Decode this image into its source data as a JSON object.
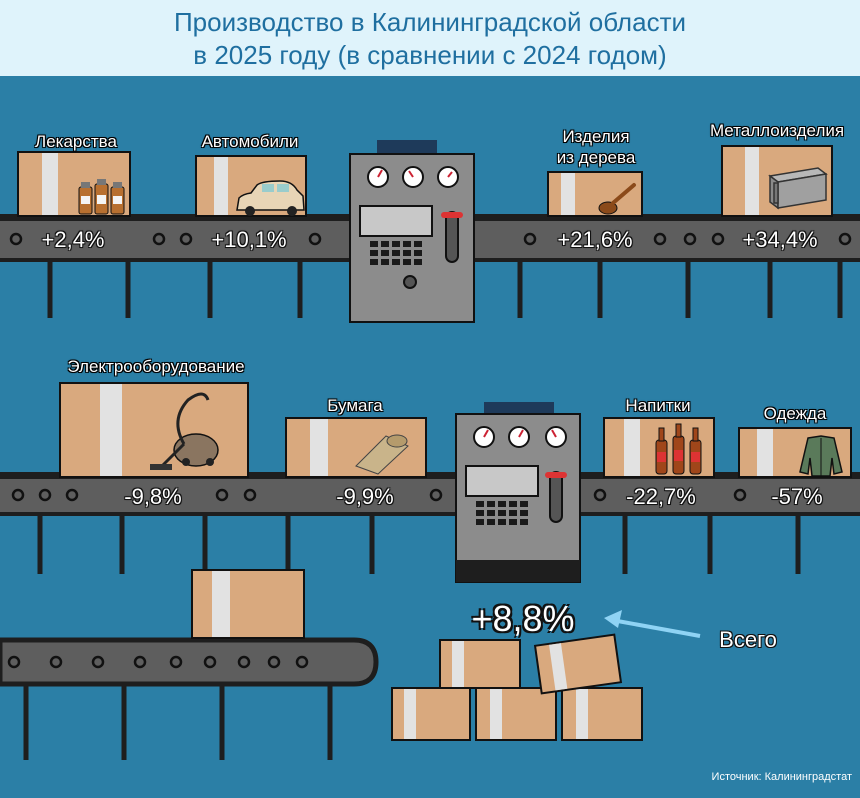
{
  "header": {
    "title_line1": "Производство в Калининградской области",
    "title_line2": "в 2025 году (в сравнении с 2024 годом)"
  },
  "chart_data": {
    "type": "bar",
    "unit": "%",
    "categories": [
      "Лекарства",
      "Автомобили",
      "Изделия из дерева",
      "Металлоизделия",
      "Электрооборудование",
      "Бумага",
      "Напитки",
      "Одежда"
    ],
    "values": [
      2.4,
      10.1,
      21.6,
      34.4,
      -9.8,
      -9.9,
      -22.7,
      -57
    ],
    "value_labels": [
      "+2,4%",
      "+10,1%",
      "+21,6%",
      "+34,4%",
      "-9,8%",
      "-9,9%",
      "-22,7%",
      "-57%"
    ],
    "total": {
      "label": "Всего",
      "value": 8.8,
      "value_label": "+8,8%"
    }
  },
  "labels": {
    "cat_0": "Лекарства",
    "cat_1": "Автомобили",
    "cat_2_line1": "Изделия",
    "cat_2_line2": "из дерева",
    "cat_3": "Металлоизделия",
    "cat_4": "Электрооборудование",
    "cat_5": "Бумага",
    "cat_6": "Напитки",
    "cat_7": "Одежда"
  },
  "source": "Источник: Калининградстат",
  "colors": {
    "background": "#2b7fa6",
    "title_background": "#dff3fb",
    "title_text": "#1f6fa0",
    "box": "#d9a97e",
    "box_tape": "#e2e2e2",
    "conveyor": "#5e5e5e",
    "machine": "#888888",
    "arrow": "#8fd3f4"
  }
}
